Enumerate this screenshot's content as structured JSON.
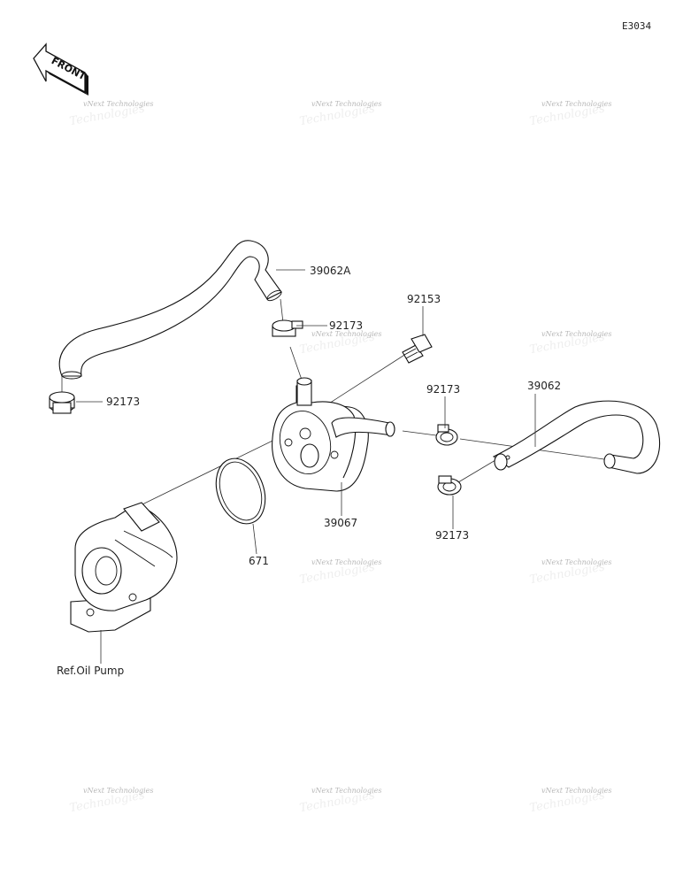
{
  "diagram_code": "E3034",
  "front_badge": "FRONT",
  "watermark_text": "vNext Technologies",
  "parts": [
    {
      "id": "hose-upper",
      "label": "39062A"
    },
    {
      "id": "clamp-upper-right",
      "label": "92173"
    },
    {
      "id": "clamp-upper-left",
      "label": "92173"
    },
    {
      "id": "bolt",
      "label": "92153"
    },
    {
      "id": "clamp-mid",
      "label": "92173"
    },
    {
      "id": "hose-right",
      "label": "39062"
    },
    {
      "id": "cooler",
      "label": "39067"
    },
    {
      "id": "oring",
      "label": "671"
    },
    {
      "id": "clamp-lower",
      "label": "92173"
    },
    {
      "id": "ref-pump",
      "label": "Ref.Oil Pump"
    }
  ]
}
